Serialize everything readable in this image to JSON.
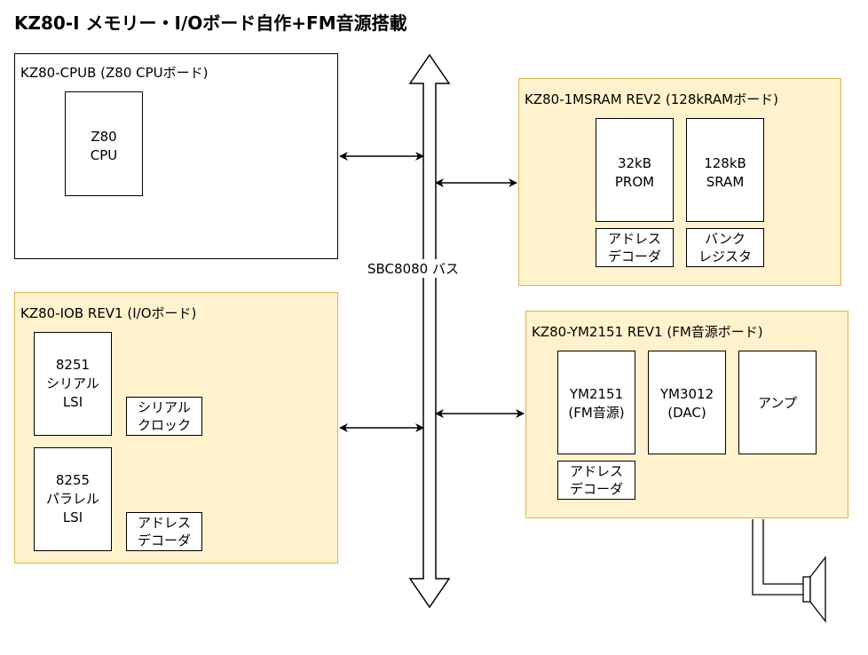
{
  "title": "KZ80-I メモリー・I/Oボード自作+FM音源搭載",
  "bus": {
    "label": "SBC8080 バス"
  },
  "boards": {
    "cpub": {
      "label": "KZ80-CPUB (Z80 CPUボード)",
      "cpu": "Z80\nCPU"
    },
    "msram": {
      "label": "KZ80-1MSRAM REV2 (128kRAMボード)",
      "prom": "32kB\nPROM",
      "sram": "128kB\nSRAM",
      "decoder": "アドレス\nデコーダ",
      "bank": "バンク\nレジスタ"
    },
    "iob": {
      "label": "KZ80-IOB REV1 (I/Oボード)",
      "serial_lsi": "8251\nシリアル\nLSI",
      "serial_clock": "シリアル\nクロック",
      "parallel_lsi": "8255\nパラレル\nLSI",
      "decoder": "アドレス\nデコーダ"
    },
    "ym": {
      "label": "KZ80-YM2151 REV1 (FM音源ボード)",
      "ym2151": "YM2151\n(FM音源)",
      "ym3012": "YM3012\n(DAC)",
      "amp": "アンプ",
      "decoder": "アドレス\nデコーダ"
    }
  },
  "colors": {
    "board_fill": "#fff2cc",
    "board_border": "#d6b656",
    "line": "#000000"
  },
  "icons": [
    "speaker-icon"
  ]
}
